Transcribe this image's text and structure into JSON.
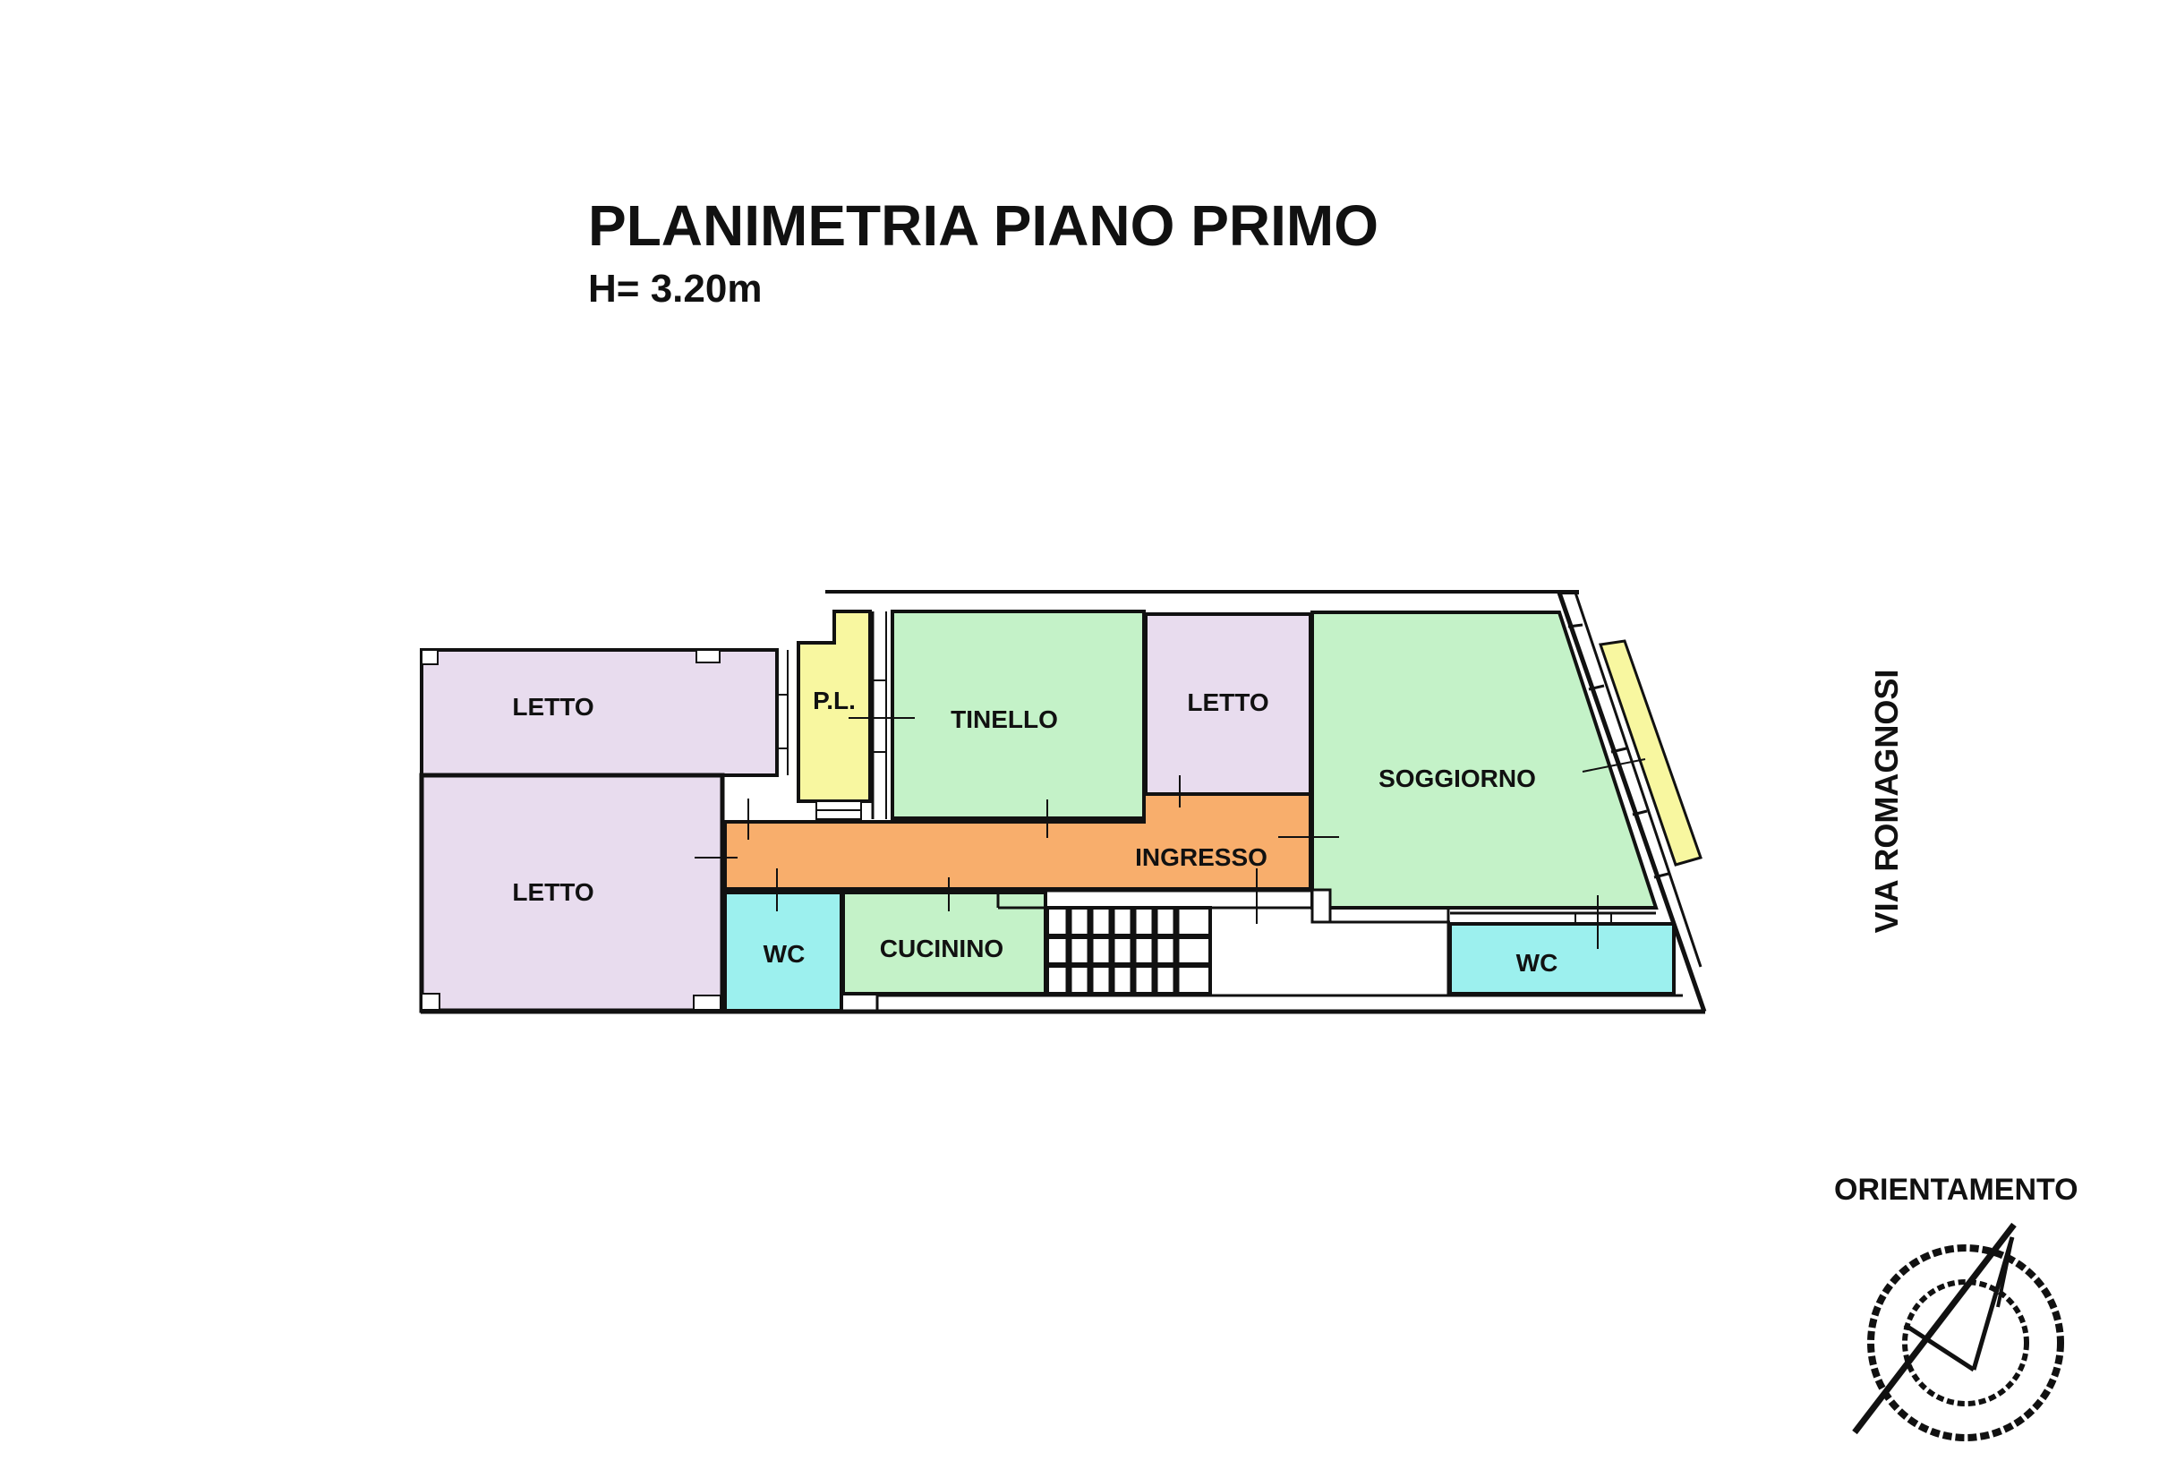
{
  "header": {
    "title": "PLANIMETRIA PIANO PRIMO",
    "height": "H= 3.20m"
  },
  "street_label": "VIA ROMAGNOSI",
  "orientation": {
    "label": "ORIENTAMENTO"
  },
  "colors": {
    "bedroom": "#e8dcee",
    "living": "#c4f2c8",
    "entry": "#f8ae6c",
    "bathroom": "#9cf0ee",
    "utility": "#f8f7a0",
    "wall": "#111111"
  },
  "rooms": {
    "letto_upper": "LETTO",
    "letto_lower": "LETTO",
    "pl": "P.L.",
    "tinello": "TINELLO",
    "letto_middle": "LETTO",
    "soggiorno": "SOGGIORNO",
    "ingresso": "INGRESSO",
    "wc_left": "WC",
    "cucinino": "CUCININO",
    "wc_right": "WC"
  }
}
